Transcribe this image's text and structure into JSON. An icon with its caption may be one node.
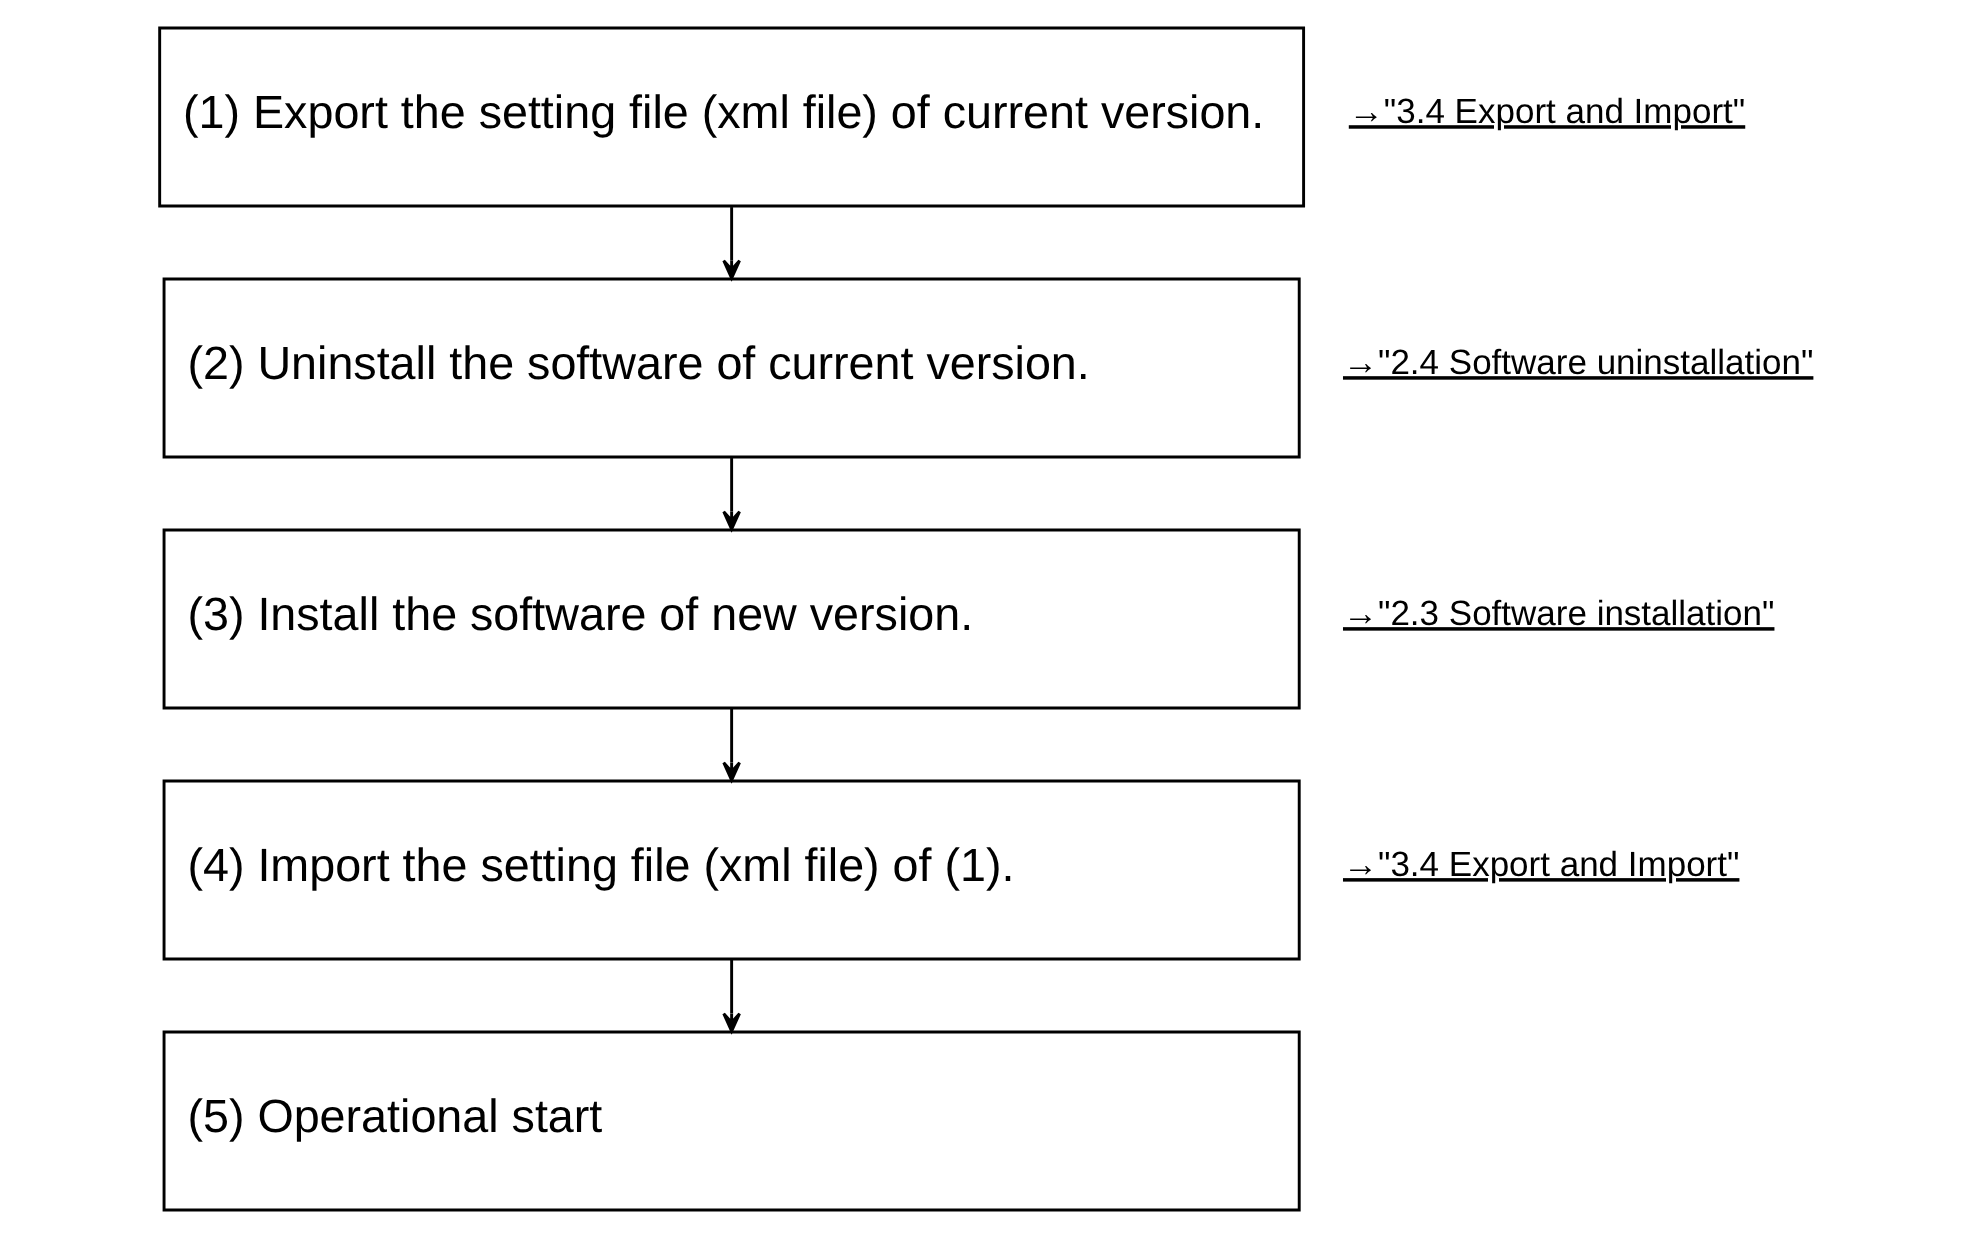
{
  "diagram": {
    "nodes": [
      {
        "text": [
          "(1) Export the setting file (xml file) of current version."
        ],
        "beside": [
          "→\"3.4 Export and Import\""
        ]
      },
      {
        "text": [
          "(2) Uninstall the software of current version."
        ],
        "beside": [
          "→\"2.4 Software uninstallation\""
        ]
      },
      {
        "text": [
          "(3) Install the software of new version."
        ],
        "beside": [
          "→\"2.3 Software installation\""
        ]
      },
      {
        "text": [
          "(4) Import the setting file (xml file) of (1)."
        ],
        "beside": [
          "→\"3.4 Export and Import\""
        ]
      },
      {
        "text": [
          "(5) Operational start"
        ]
      }
    ],
    "edges": [
      {
        "from": 0,
        "to": 1,
        "arrow": "to"
      },
      {
        "from": 1,
        "to": 2,
        "arrow": "to"
      },
      {
        "from": 2,
        "to": 3,
        "arrow": "to"
      },
      {
        "from": 3,
        "to": 4,
        "arrow": "to"
      }
    ]
  }
}
